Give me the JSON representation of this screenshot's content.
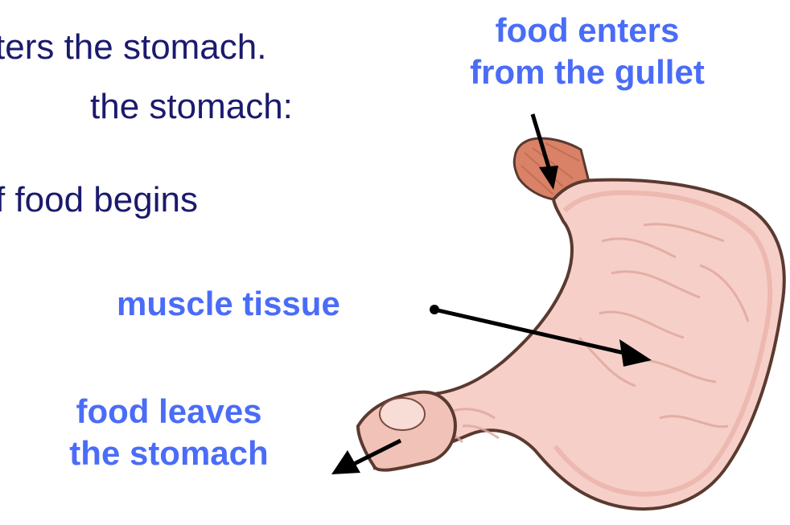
{
  "body_text": {
    "line1": "ters the stomach.",
    "line2": "the stomach:",
    "line3": "f food begins"
  },
  "labels": {
    "gullet_line1": "food enters",
    "gullet_line2": "from the gullet",
    "muscle": "muscle tissue",
    "leaves_line1": "food leaves",
    "leaves_line2": "the stomach"
  },
  "colors": {
    "body_text": "#1a1a6e",
    "label": "#4a6cf7",
    "stomach_fill": "#f6cfc8",
    "stomach_outline": "#5a3a30",
    "gullet": "#d98268",
    "arrow": "#000000"
  }
}
